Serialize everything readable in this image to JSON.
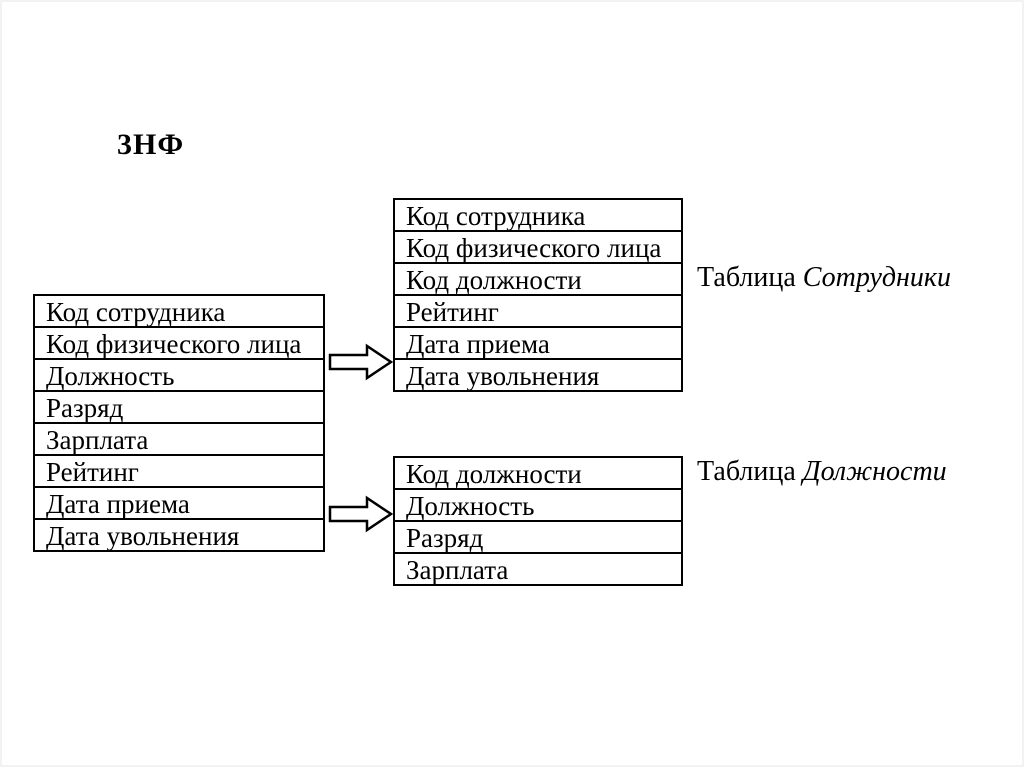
{
  "page": {
    "title": "3НФ",
    "background_color": "#ffffff",
    "line_color": "#000000"
  },
  "diagram": {
    "source_table": {
      "rows": [
        "Код сотрудника",
        "Код физического лица",
        "Должность",
        "Разряд",
        "Зарплата",
        "Рейтинг",
        "Дата приема",
        "Дата увольнения"
      ]
    },
    "employees_table": {
      "label_prefix": "Таблица ",
      "label_name": "Сотрудники",
      "rows": [
        "Код сотрудника",
        "Код физического лица",
        "Код должности",
        "Рейтинг",
        "Дата приема",
        "Дата увольнения"
      ]
    },
    "positions_table": {
      "label_prefix": "Таблица ",
      "label_name": "Должности",
      "rows": [
        "Код должности",
        "Должность",
        "Разряд",
        "Зарплата"
      ]
    },
    "arrows": [
      {
        "icon": "right-block-arrow"
      },
      {
        "icon": "right-block-arrow"
      }
    ]
  }
}
